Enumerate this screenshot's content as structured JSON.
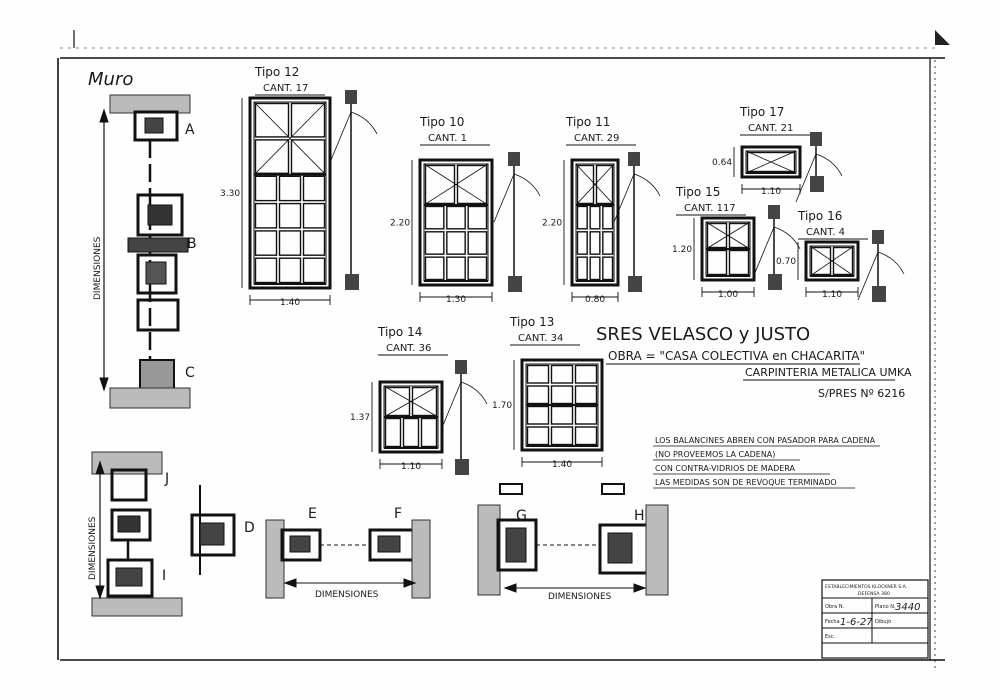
{
  "annotations": {
    "muro": "Muro",
    "letters": {
      "a": "A",
      "b": "B",
      "c": "C",
      "j": "J",
      "i": "I",
      "d": "D",
      "e": "E",
      "f": "F",
      "g": "G",
      "h": "H"
    },
    "dimensiones": "DIMENSIONES"
  },
  "types": {
    "t12": {
      "tipo": "Tipo 12",
      "cant": "CANT. 17",
      "w": "1.40",
      "h": "3.30"
    },
    "t10": {
      "tipo": "Tipo 10",
      "cant": "CANT. 1",
      "w": "1.30",
      "h": "2.20"
    },
    "t11": {
      "tipo": "Tipo 11",
      "cant": "CANT. 29",
      "w": "0.80",
      "h": "2.20"
    },
    "t17": {
      "tipo": "Tipo 17",
      "cant": "CANT. 21",
      "w": "1.10",
      "h": "0.64"
    },
    "t15": {
      "tipo": "Tipo 15",
      "cant": "CANT. 117",
      "w": "1.00",
      "h": "1.20"
    },
    "t16": {
      "tipo": "Tipo 16",
      "cant": "CANT. 4",
      "w": "1.10",
      "h": "0.70"
    },
    "t14": {
      "tipo": "Tipo 14",
      "cant": "CANT. 36",
      "w": "1.10",
      "h": "1.37"
    },
    "t13": {
      "tipo": "Tipo 13",
      "cant": "CANT. 34",
      "w": "1.40",
      "h": "1.70"
    }
  },
  "header": {
    "client": "SRES VELASCO y JUSTO",
    "obra": "OBRA = \"CASA COLECTIVA en CHACARITA\"",
    "carpinteria": "CARPINTERIA METALICA UMKA",
    "pres": "S/PRES Nº 6216"
  },
  "notes": [
    "LOS BALANCINES ABREN CON PASADOR PARA CADENA",
    "(NO PROVEEMOS LA CADENA)",
    "CON CONTRA-VIDRIOS DE MADERA",
    "LAS MEDIDAS SON DE REVOQUE TERMINADO"
  ],
  "title_block": {
    "company": "ESTABLECIMIENTOS KLOCKNER S.A.",
    "address": "DEFENSA 380",
    "obra_no_label": "Obra N.",
    "plano_no_label": "Plano N.",
    "plano_no": "3440",
    "fecha_label": "Fecha",
    "fecha": "1-6-27",
    "dibujo_label": "Dibujó",
    "esc_label": "Esc."
  }
}
